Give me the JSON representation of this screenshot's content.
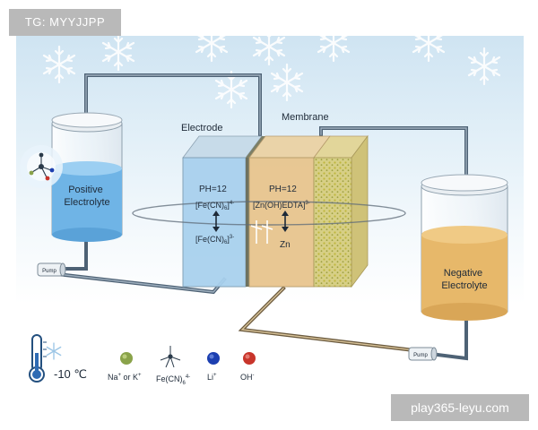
{
  "watermarks": {
    "top": "TG: MYYJJPP",
    "bottom": "play365-leyu.com"
  },
  "labels": {
    "electrode": "Electrode",
    "membrane": "Membrane",
    "positive_tank": "Positive\nElectrolyte",
    "negative_tank": "Negative\nElectrolyte",
    "pump": "Pump",
    "left_ph": "PH=12",
    "right_ph": "PH=12",
    "left_species_top": "[Fe(CN)6]4-",
    "left_species_bottom": "[Fe(CN)6]3-",
    "right_species_top": "[Zn(OH)EDTA]3-",
    "right_species_bottom": "Zn",
    "temperature": "-10 ℃"
  },
  "legend": [
    {
      "name": "Na+ or K+",
      "color": "#8aa34a"
    },
    {
      "name": "Fe(CN)6 4-",
      "color": "#2a3a4a"
    },
    {
      "name": "Li+",
      "color": "#1c3fb0"
    },
    {
      "name": "OH-",
      "color": "#c8352b"
    }
  ],
  "colors": {
    "positive_fluid": "#6fb4e6",
    "negative_fluid": "#e7b86a",
    "left_chamber": "#a9d1ee",
    "right_chamber": "#e8c58e",
    "pipe": "#5d7083",
    "membrane_dots": "#c9c84a"
  },
  "icons": [
    "snowflake-icon",
    "thermometer-icon",
    "circulation-ring-icon",
    "molecule-icon"
  ]
}
